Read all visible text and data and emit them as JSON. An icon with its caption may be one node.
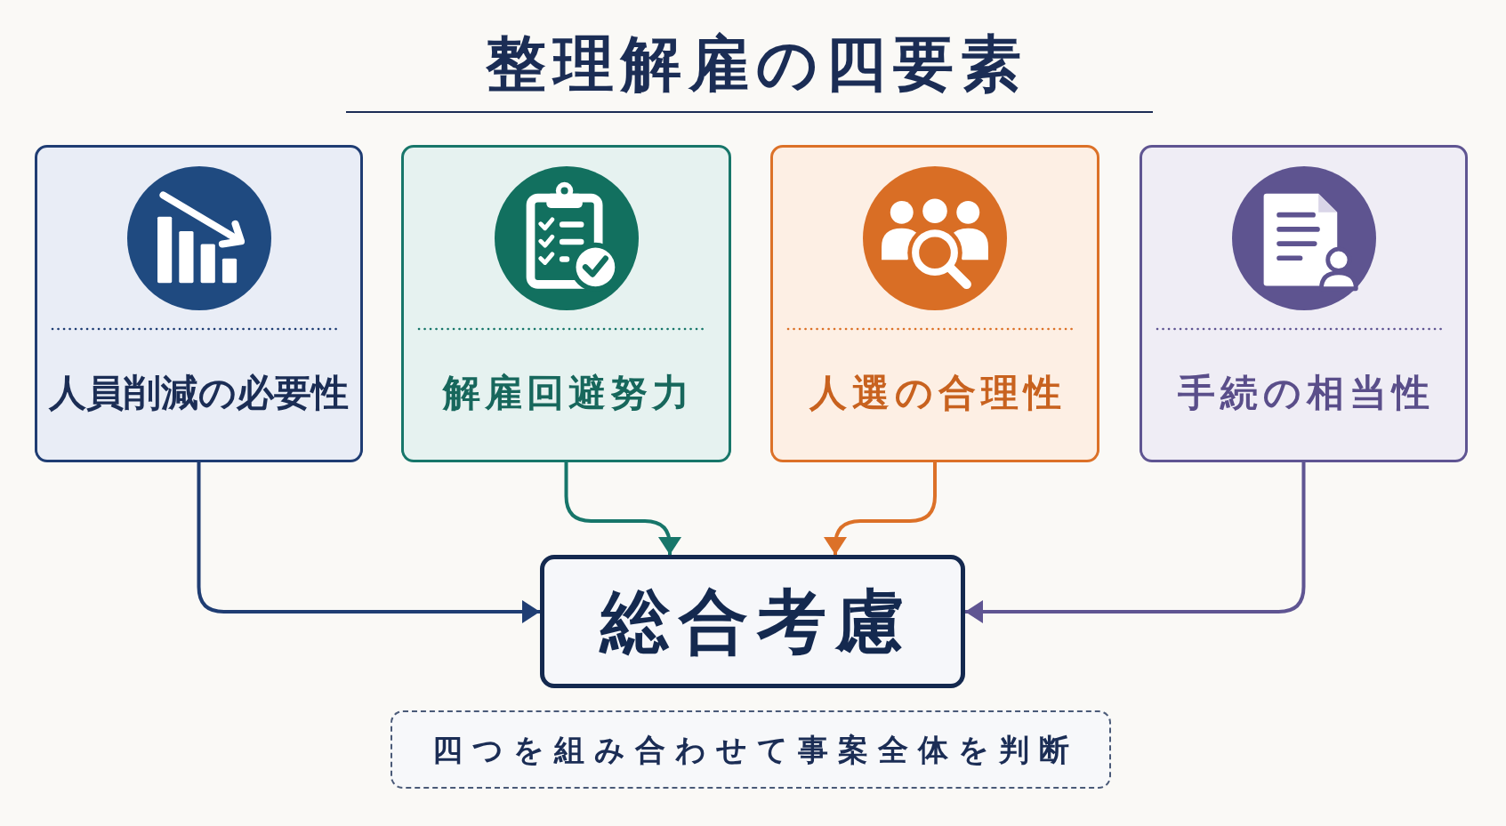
{
  "diagram": {
    "title": "整理解雇の四要素",
    "nodes": [
      {
        "text": [
          "人員削減の必要性"
        ]
      },
      {
        "text": [
          "解雇回避努力"
        ]
      },
      {
        "text": [
          "人選の合理性"
        ]
      },
      {
        "text": [
          "手続の相当性"
        ]
      },
      {
        "text": [
          "総合考慮"
        ]
      },
      {
        "text": [
          "四つを組み合わせて事案全体を判断"
        ]
      }
    ],
    "edges": [
      {
        "from": 0,
        "to": 4,
        "arrow": "to",
        "color": "#1f3d73"
      },
      {
        "from": 1,
        "to": 4,
        "arrow": "to",
        "color": "#17766a"
      },
      {
        "from": 2,
        "to": 4,
        "arrow": "to",
        "color": "#dc7128"
      },
      {
        "from": 3,
        "to": 4,
        "arrow": "to",
        "color": "#5f5592"
      }
    ]
  }
}
